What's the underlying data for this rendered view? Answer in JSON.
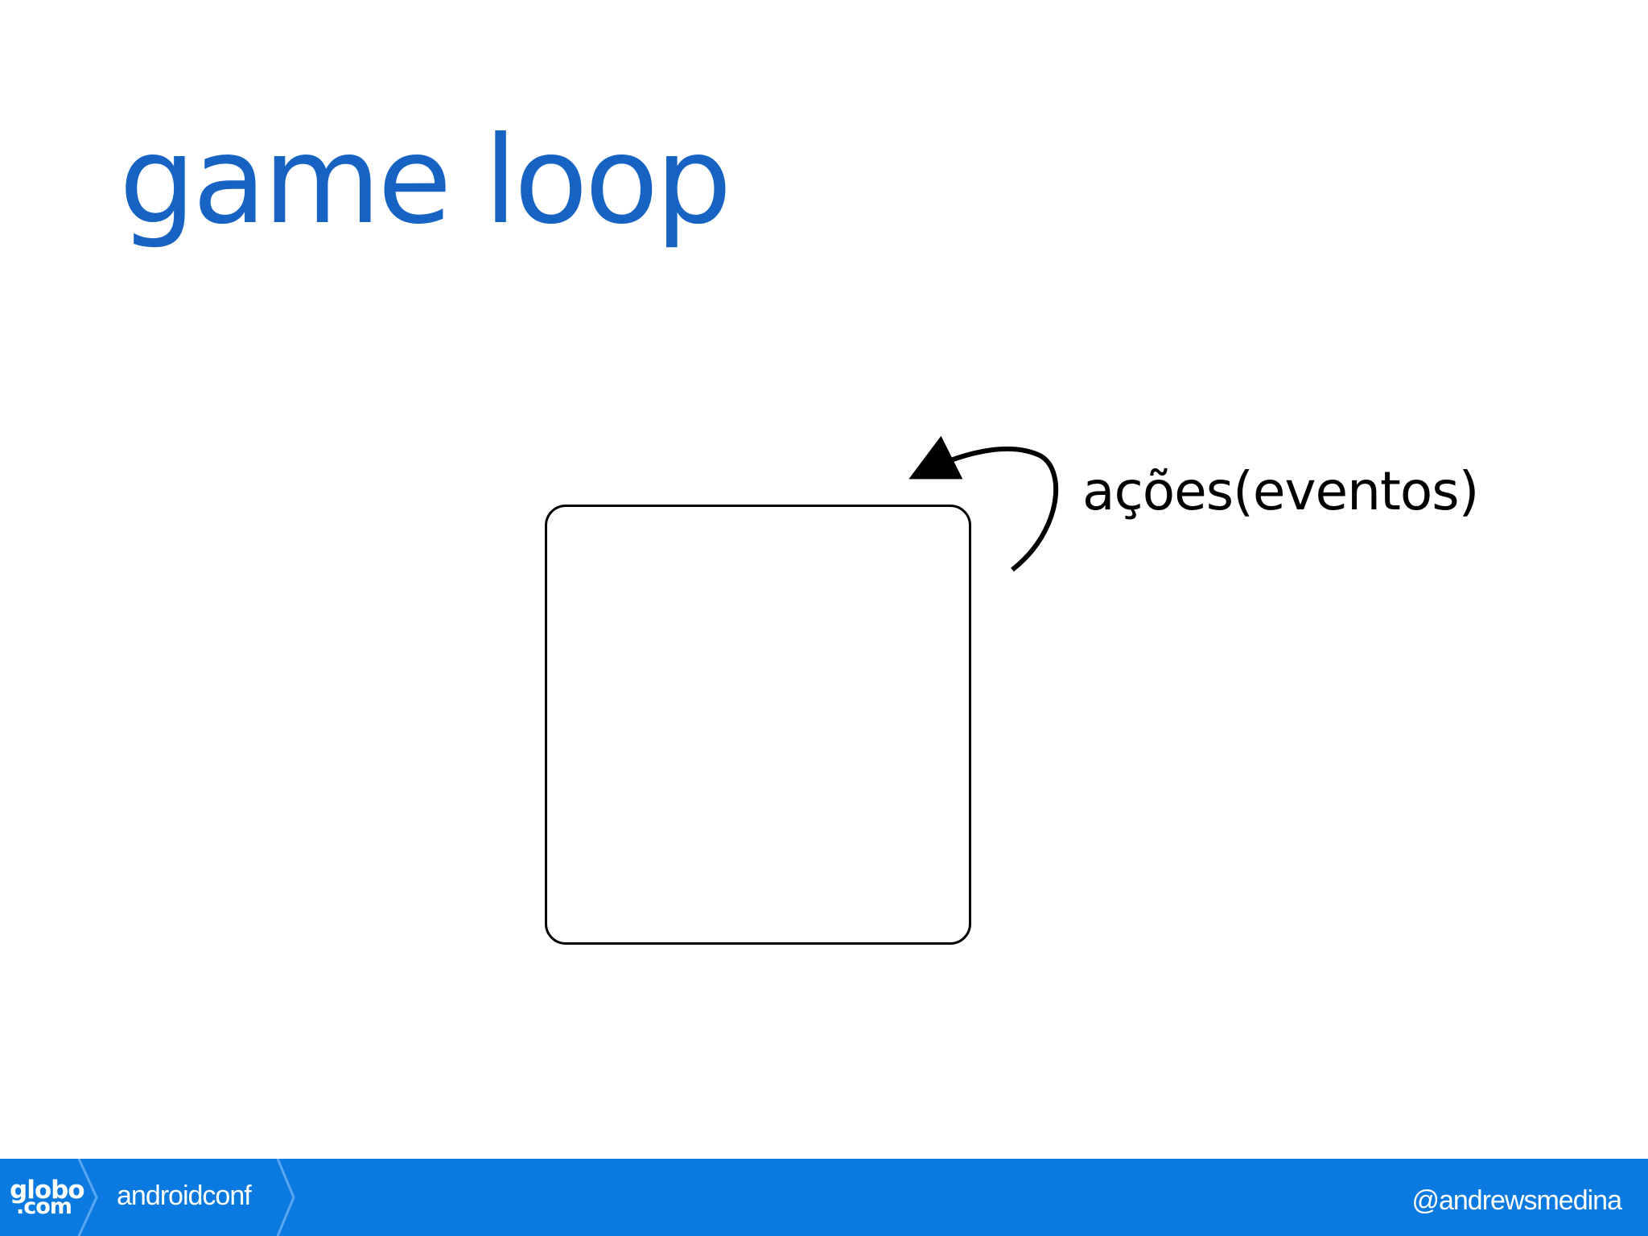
{
  "slide": {
    "title": "game loop"
  },
  "diagram": {
    "node_label": "",
    "loop_arrow_label": "ações(eventos)",
    "arrow_color": "#000000"
  },
  "footer": {
    "logo_main": "globo",
    "logo_sub": ".com",
    "event_name": "androidconf",
    "author_handle": "@andrewsmedina",
    "background_color": "#0b7ae0"
  },
  "colors": {
    "title": "#1763c4",
    "background": "#ffffff"
  }
}
